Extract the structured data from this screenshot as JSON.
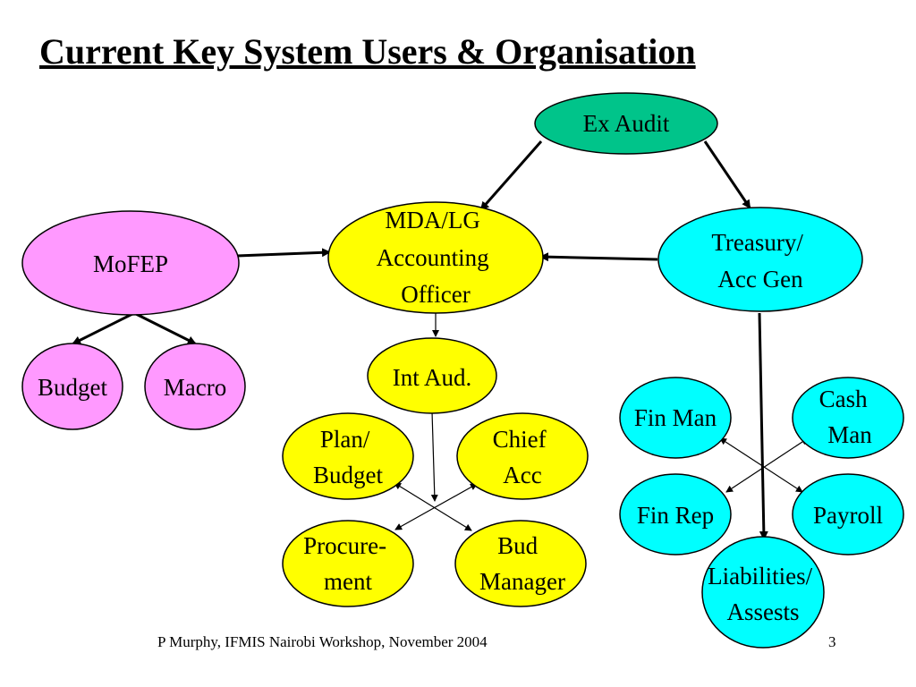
{
  "title": "Current Key System Users & Organisation",
  "colors": {
    "magenta": "#ff99ff",
    "yellow": "#ffff00",
    "cyan": "#00ffff",
    "green": "#00c48a"
  },
  "nodes": {
    "ex_audit": [
      "Ex Audit"
    ],
    "mda": [
      "MDA/LG",
      "Accounting",
      "Officer"
    ],
    "mofep": [
      "MoFEP"
    ],
    "treasury": [
      "Treasury/",
      "Acc Gen"
    ],
    "budget": [
      "Budget"
    ],
    "macro": [
      "Macro"
    ],
    "int_aud": [
      "Int Aud."
    ],
    "plan_budget": [
      "Plan/",
      "Budget"
    ],
    "chief_acc": [
      "Chief",
      "Acc"
    ],
    "procurement": [
      "Procure-",
      "ment"
    ],
    "bud_manager": [
      "Bud",
      "Manager"
    ],
    "fin_man": [
      "Fin Man"
    ],
    "cash_man": [
      "Cash",
      "Man"
    ],
    "fin_rep": [
      "Fin Rep"
    ],
    "payroll": [
      "Payroll"
    ],
    "liabilities": [
      "Liabilities/",
      "Assests"
    ]
  },
  "footer": {
    "credit": "P Murphy, IFMIS Nairobi Workshop, November 2004",
    "page": "3"
  }
}
